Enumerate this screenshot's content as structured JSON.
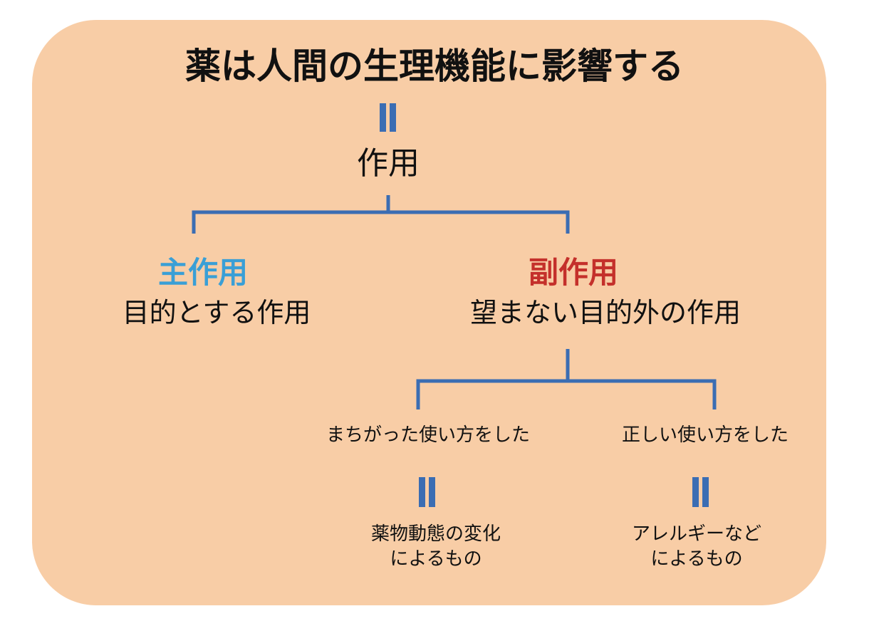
{
  "title": "薬は人間の生理機能に影響する",
  "root": "作用",
  "main_effect": {
    "label": "主作用",
    "desc": "目的とする作用"
  },
  "side_effect": {
    "label": "副作用",
    "desc": "望まない目的外の作用"
  },
  "branches": [
    {
      "condition": "まちがった使い方をした",
      "cause_line1": "薬物動態の変化",
      "cause_line2": "によるもの"
    },
    {
      "condition": "正しい使い方をした",
      "cause_line1": "アレルギーなど",
      "cause_line2": "によるもの"
    }
  ],
  "colors": {
    "background": "#f8cda6",
    "connector": "#3b6db3",
    "main_effect": "#3a9fd6",
    "side_effect": "#c4302b"
  }
}
